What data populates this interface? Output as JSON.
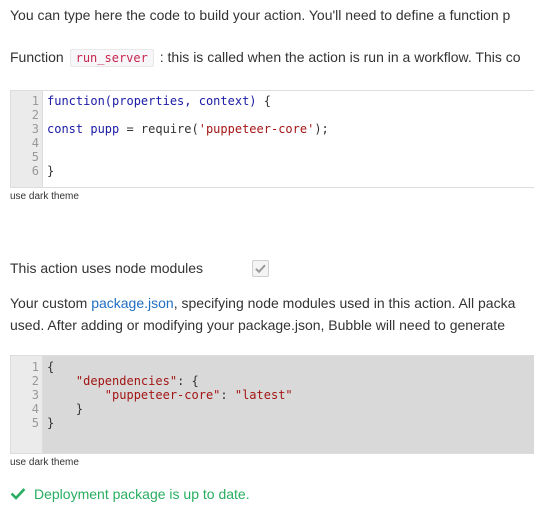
{
  "intro_text": "You can type here the code to build your action. You'll need to define a function p",
  "function_row": {
    "prefix": "Function",
    "code_name": "run_server",
    "suffix": ": this is called when the action is run in a workflow. This co"
  },
  "editor1": {
    "line_numbers": [
      "1",
      "2",
      "3",
      "4",
      "5",
      "6"
    ],
    "lines": [
      {
        "kw": "function(properties, context)",
        "rest": " {"
      },
      {
        "text": ""
      },
      {
        "kw": "const pupp",
        "mid": " = require(",
        "str": "'puppeteer-core'",
        "end": ");"
      },
      {
        "text": ""
      },
      {
        "text": ""
      },
      {
        "text": "}"
      }
    ],
    "theme_label": "use dark theme"
  },
  "node_modules": {
    "label": "This action uses node modules",
    "checked": true
  },
  "package_desc": {
    "line1_prefix": "Your custom ",
    "link": "package.json",
    "line1_suffix": ", specifying node modules used in this action. All packa",
    "line2": "used. After adding or modifying your package.json, Bubble will need to generate"
  },
  "editor2": {
    "line_numbers": [
      "1",
      "2",
      "3",
      "4",
      "5"
    ],
    "lines": [
      {
        "text": "{"
      },
      {
        "indent": "    ",
        "str": "\"dependencies\"",
        "rest": ": {"
      },
      {
        "indent": "        ",
        "str": "\"puppeteer-core\"",
        "rest": ": ",
        "str2": "\"latest\""
      },
      {
        "indent": "    ",
        "rest": "}"
      },
      {
        "text": "}"
      }
    ],
    "theme_label": "use dark theme"
  },
  "status": {
    "text": "Deployment package is up to date.",
    "color": "#27ae60",
    "icon": "check-icon"
  }
}
